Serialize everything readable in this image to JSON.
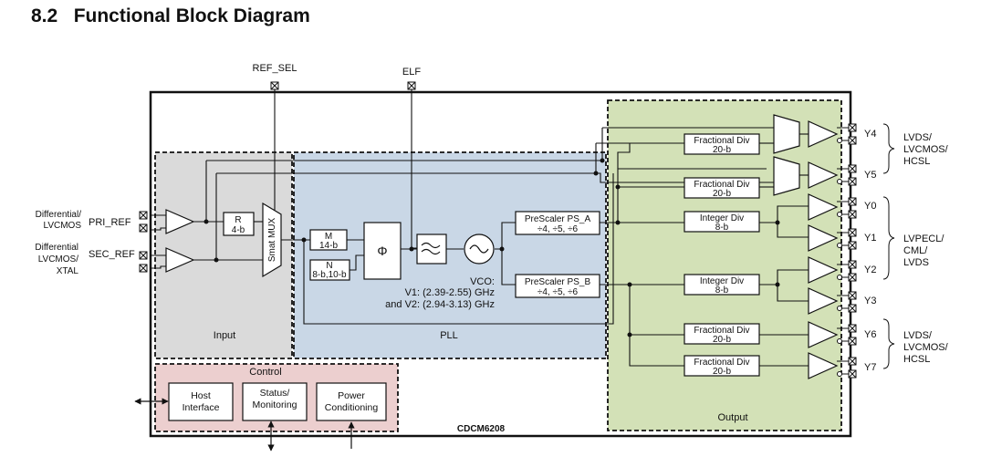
{
  "title": "8.2   Functional Block Diagram",
  "pins": {
    "ref_sel": "REF_SEL",
    "elf": "ELF",
    "pri_ref": "PRI_REF",
    "sec_ref": "SEC_REF",
    "pri_type": [
      "Differential/",
      "LVCMOS"
    ],
    "sec_type": [
      "Differential",
      "LVCMOS/",
      "XTAL"
    ]
  },
  "regions": {
    "input": "Input",
    "pll": "PLL",
    "output": "Output",
    "control": "Control",
    "chip": "CDCM6208"
  },
  "blocks": {
    "r_div": [
      "R",
      "4-b"
    ],
    "smart_mux": "Smat MUX",
    "m_div": [
      "M",
      "14-b"
    ],
    "n_div": [
      "N",
      "8-b,10-b"
    ],
    "pfd": "Φ",
    "vco_label": [
      "VCO:",
      "V1: (2.39-2.55) GHz",
      "and V2: (2.94-3.13) GHz"
    ],
    "prescaler_a": [
      "PreScaler PS_A",
      "÷4, ÷5, ÷6"
    ],
    "prescaler_b": [
      "PreScaler PS_B",
      "÷4, ÷5, ÷6"
    ],
    "host_interface": [
      "Host",
      "Interface"
    ],
    "status_monitoring": [
      "Status/",
      "Monitoring"
    ],
    "power_conditioning": [
      "Power",
      "Conditioning"
    ]
  },
  "dividers": {
    "y4": [
      "Fractional Div",
      "20-b"
    ],
    "y5": [
      "Fractional Div",
      "20-b"
    ],
    "y01": [
      "Integer Div",
      "8-b"
    ],
    "y23": [
      "Integer Div",
      "8-b"
    ],
    "y6": [
      "Fractional Div",
      "20-b"
    ],
    "y7": [
      "Fractional Div",
      "20-b"
    ]
  },
  "outputs": {
    "y4": "Y4",
    "y5": "Y5",
    "y0": "Y0",
    "y1": "Y1",
    "y2": "Y2",
    "y3": "Y3",
    "y6": "Y6",
    "y7": "Y7"
  },
  "output_types": {
    "group_a": [
      "LVDS/",
      "LVCMOS/",
      "HCSL"
    ],
    "group_b": [
      "LVPECL/",
      "CML/",
      "LVDS"
    ],
    "group_c": [
      "LVDS/",
      "LVCMOS/",
      "HCSL"
    ]
  },
  "colors": {
    "input_fill": "#dadada",
    "pll_fill": "#c9d7e6",
    "output_fill": "#d3e1b7",
    "control_fill": "#eccfcf"
  }
}
